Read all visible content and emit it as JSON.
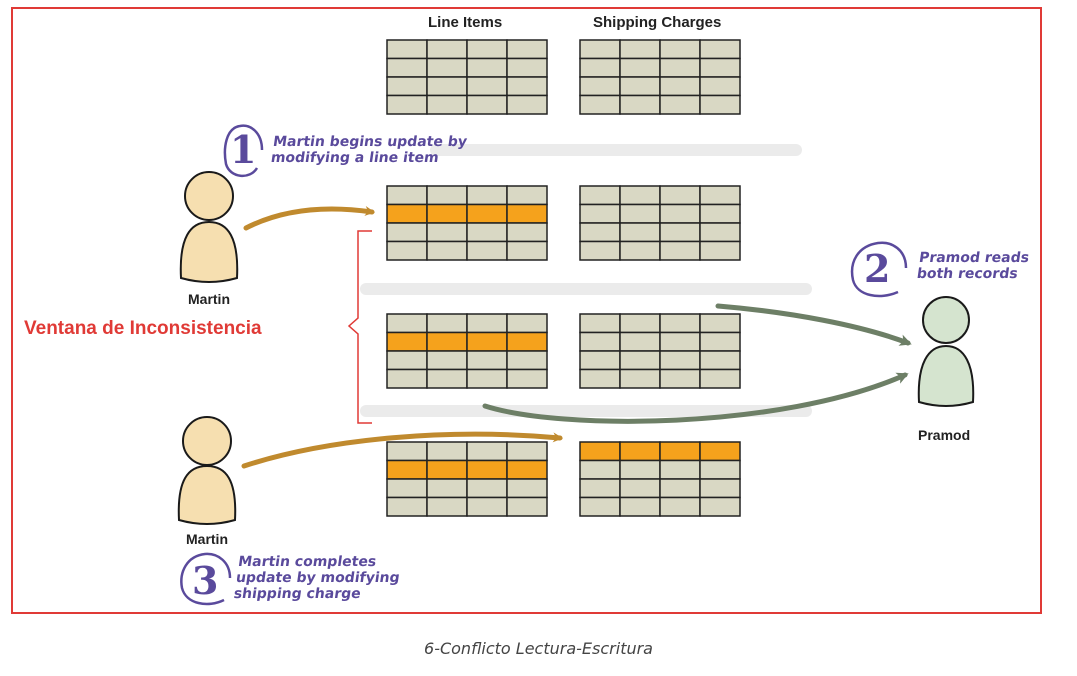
{
  "columns": {
    "line_items": "Line Items",
    "shipping_charges": "Shipping Charges"
  },
  "actors": {
    "martin_top": "Martin",
    "martin_bottom": "Martin",
    "pramod": "Pramod"
  },
  "steps": [
    {
      "number": "1",
      "text": "Martin begins update by\nmodifying a line item"
    },
    {
      "number": "2",
      "text": "Pramod reads\nboth records"
    },
    {
      "number": "3",
      "text": "Martin completes\nupdate by modifying\nshipping charge"
    }
  ],
  "inconsistency_window": {
    "label": "Ventana de Inconsistencia"
  },
  "caption": "6-Conflicto Lectura-Escritura",
  "colors": {
    "frame": "#e03a36",
    "cell": "#d9d8c4",
    "highlight": "#f5a21c",
    "grid_line": "#222222",
    "arrow_write": "#c08a2e",
    "arrow_read": "#6d7f66",
    "note_ink": "#5a4a9c",
    "martin_figure": "#f6dfb0",
    "pramod_figure": "#d5e4cf"
  }
}
